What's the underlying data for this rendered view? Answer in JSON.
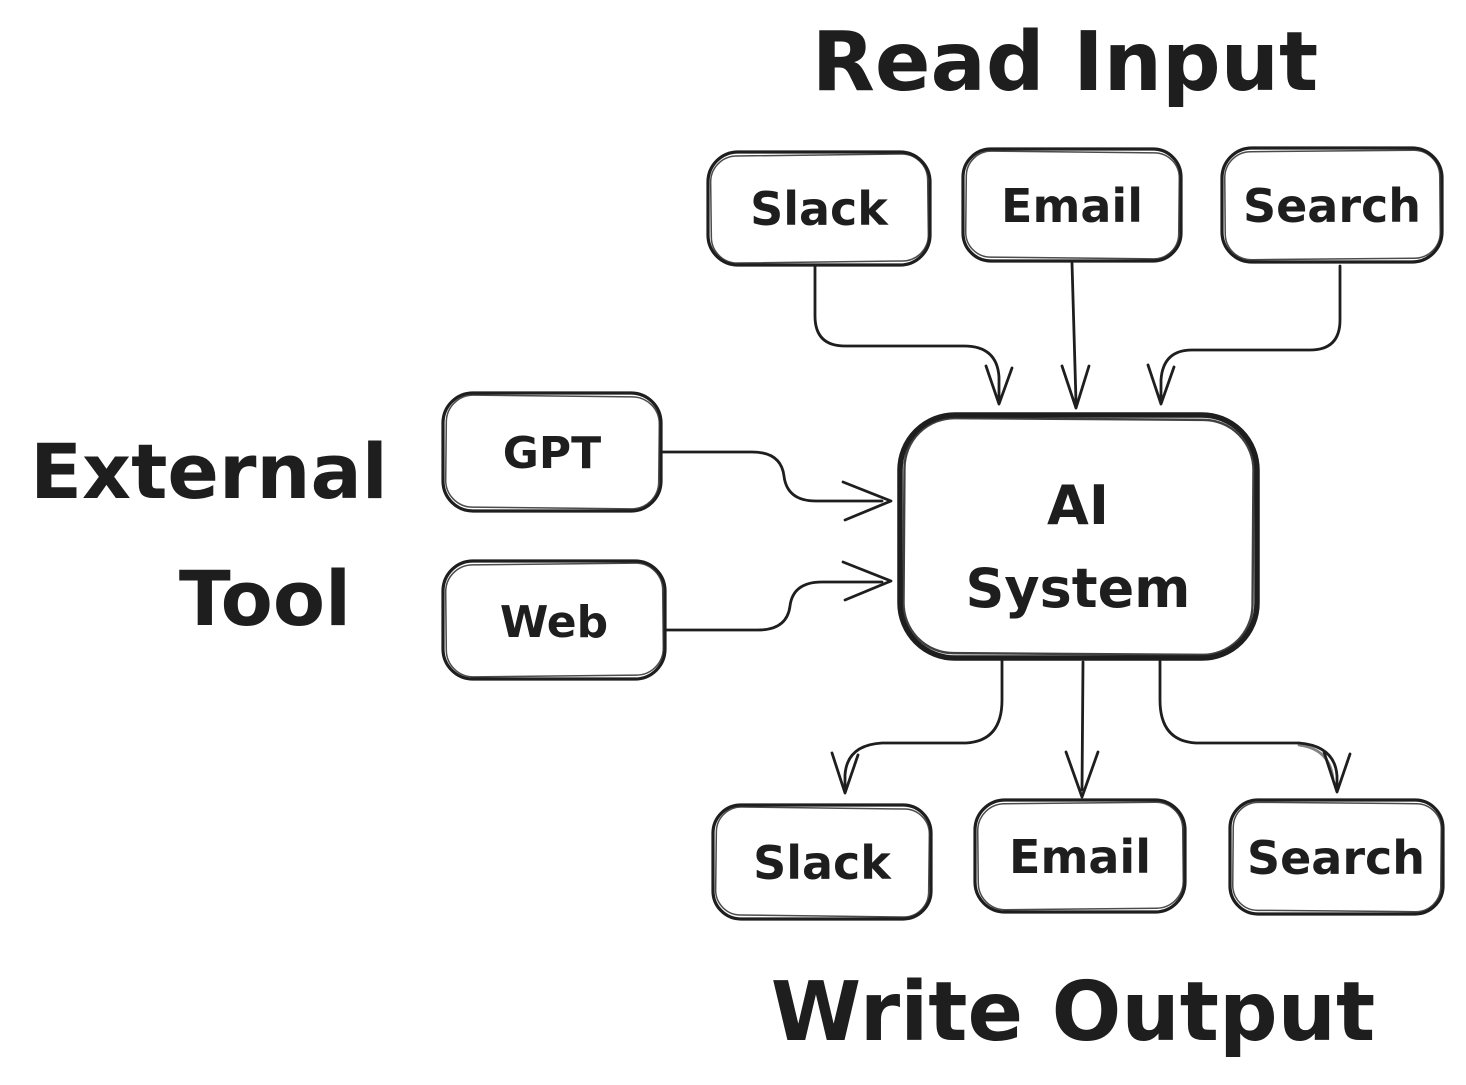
{
  "titles": {
    "read_input": "Read Input",
    "write_output": "Write Output",
    "external_tool": [
      "External",
      "Tool"
    ]
  },
  "nodes": {
    "input_slack": "Slack",
    "input_email": "Email",
    "input_search": "Search",
    "external_gpt": "GPT",
    "external_web": "Web",
    "ai_system": [
      "AI",
      "System"
    ],
    "output_slack": "Slack",
    "output_email": "Email",
    "output_search": "Search"
  },
  "edges": [
    {
      "from": "input_slack",
      "to": "ai_system"
    },
    {
      "from": "input_email",
      "to": "ai_system"
    },
    {
      "from": "input_search",
      "to": "ai_system"
    },
    {
      "from": "external_gpt",
      "to": "ai_system"
    },
    {
      "from": "external_web",
      "to": "ai_system"
    },
    {
      "from": "ai_system",
      "to": "output_slack"
    },
    {
      "from": "ai_system",
      "to": "output_email"
    },
    {
      "from": "ai_system",
      "to": "output_search"
    }
  ],
  "colors": {
    "stroke": "#1e1e1e",
    "canvas": "#ffffff"
  }
}
